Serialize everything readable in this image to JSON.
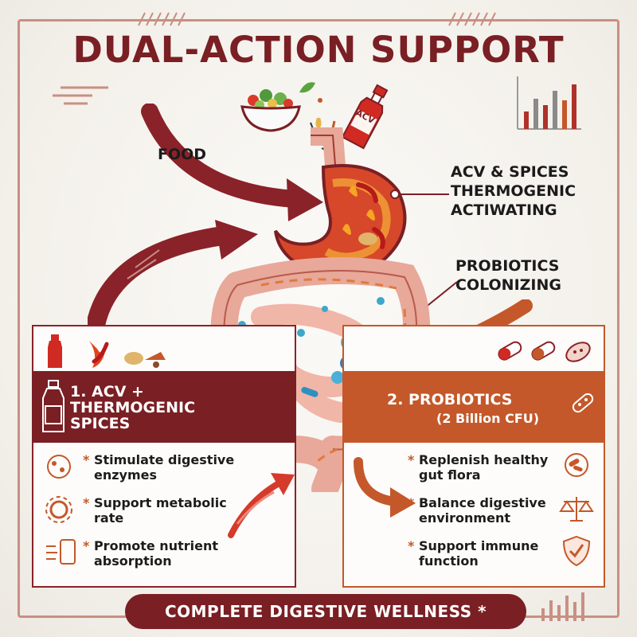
{
  "title": "DUAL-ACTION SUPPORT",
  "bottle_label": "ACV",
  "callouts": {
    "food": "FOOD",
    "acv_lines": [
      "ACV & SPICES",
      "THERMOGENIC",
      "ACTIWATING"
    ],
    "probiotics_lines": [
      "PROBIOTICS",
      "COLONIZING"
    ]
  },
  "left_panel": {
    "heading_lines": [
      "1. ACV +",
      "THERMOGENIC",
      "SPICES"
    ],
    "bullets": [
      {
        "icon": "enzyme-icon",
        "lines": [
          "Stimulate digestive",
          "enzymes"
        ]
      },
      {
        "icon": "gear-icon",
        "lines": [
          "Support metabolic",
          "rate"
        ]
      },
      {
        "icon": "absorption-icon",
        "lines": [
          "Promote nutrient",
          "absorption"
        ]
      }
    ]
  },
  "right_panel": {
    "heading_lines": [
      "2. PROBIOTICS",
      "(2 Billion CFU)"
    ],
    "bullets": [
      {
        "icon": "bacteria-icon",
        "lines": [
          "Replenish healthy",
          "gut flora"
        ]
      },
      {
        "icon": "balance-scale-icon",
        "lines": [
          "Balance digestive",
          "environment"
        ]
      },
      {
        "icon": "shield-check-icon",
        "lines": [
          "Support immune",
          "function"
        ]
      }
    ]
  },
  "bullet_marker": "*",
  "footer": "COMPLETE DIGESTIVE WELLNESS *",
  "colors": {
    "maroon": "#7a1f24",
    "rust": "#c4582a",
    "frame": "#c98f83",
    "intestine": "#e8a89a",
    "stomach_fire": "#e0431f"
  }
}
